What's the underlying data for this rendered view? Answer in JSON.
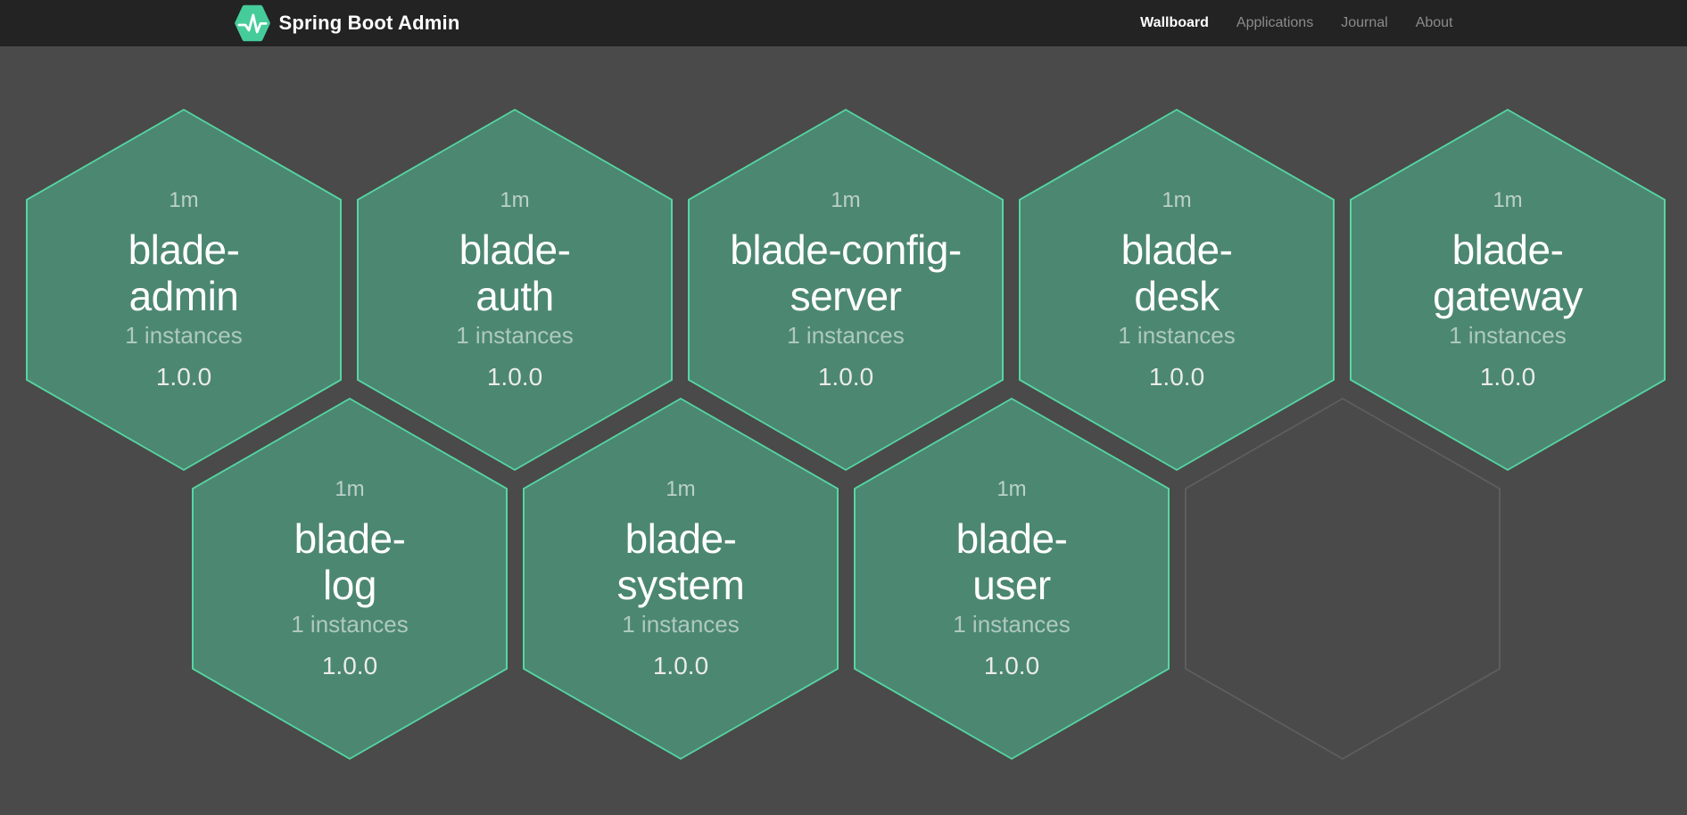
{
  "navbar": {
    "brand": "Spring Boot Admin",
    "logo_icon": "pulse-hexagon-icon",
    "items": [
      {
        "label": "Wallboard",
        "active": true
      },
      {
        "label": "Applications",
        "active": false
      },
      {
        "label": "Journal",
        "active": false
      },
      {
        "label": "About",
        "active": false
      }
    ]
  },
  "colors": {
    "navbar_bg": "#232323",
    "page_bg": "#4a4a4a",
    "hex_fill": "#4c8772",
    "hex_border": "#55d6a2",
    "empty_hex_border": "#5e5e5e",
    "logo_green": "#45cc9a",
    "active_link": "#ffffff",
    "inactive_link": "#8b8b8b"
  },
  "wallboard": {
    "rows": [
      {
        "cells": [
          {
            "uptime": "1m",
            "name": "blade-\nadmin",
            "instances": "1 instances",
            "version": "1.0.0"
          },
          {
            "uptime": "1m",
            "name": "blade-\nauth",
            "instances": "1 instances",
            "version": "1.0.0"
          },
          {
            "uptime": "1m",
            "name": "blade-config-\nserver",
            "instances": "1 instances",
            "version": "1.0.0"
          },
          {
            "uptime": "1m",
            "name": "blade-\ndesk",
            "instances": "1 instances",
            "version": "1.0.0"
          },
          {
            "uptime": "1m",
            "name": "blade-\ngateway",
            "instances": "1 instances",
            "version": "1.0.0"
          }
        ]
      },
      {
        "cells": [
          {
            "uptime": "1m",
            "name": "blade-\nlog",
            "instances": "1 instances",
            "version": "1.0.0"
          },
          {
            "uptime": "1m",
            "name": "blade-\nsystem",
            "instances": "1 instances",
            "version": "1.0.0"
          },
          {
            "uptime": "1m",
            "name": "blade-\nuser",
            "instances": "1 instances",
            "version": "1.0.0"
          },
          {
            "empty": true
          }
        ]
      }
    ]
  }
}
